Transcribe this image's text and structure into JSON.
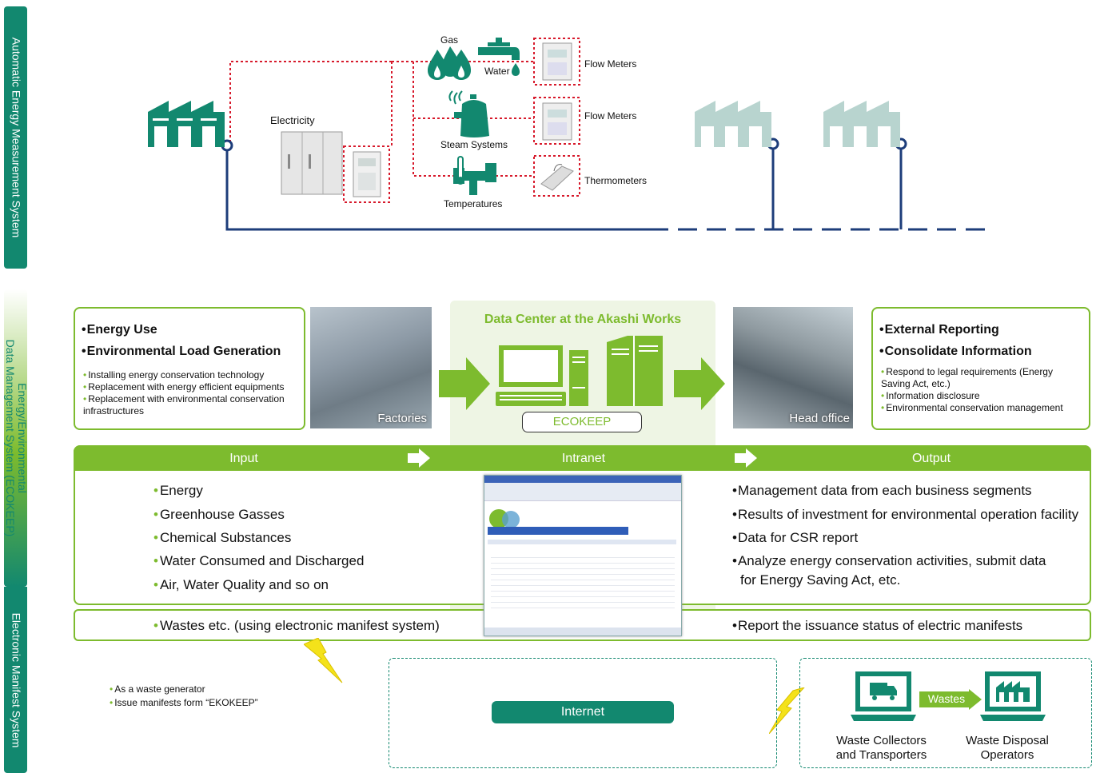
{
  "side_labels": {
    "measurement": "Automatic Energy Measurement System",
    "ecokeep_line1": "Energy/Environmental",
    "ecokeep_line2": "Data Management System (ECOKEEP)",
    "manifest": "Electronic Manifest System"
  },
  "measurement": {
    "electricity": "Electricity",
    "gas": "Gas",
    "water": "Water",
    "steam": "Steam Systems",
    "temperatures": "Temperatures",
    "flow_meters_1": "Flow Meters",
    "flow_meters_2": "Flow Meters",
    "thermometers": "Thermometers"
  },
  "left_box": {
    "heading1": "Energy Use",
    "heading2": "Environmental Load Generation",
    "items": [
      "Installing energy conservation technology",
      "Replacement with energy efficient equipments",
      "Replacement with environmental conservation infrastructures"
    ]
  },
  "photos": {
    "factories": "Factories",
    "head_office": "Head office"
  },
  "data_center": {
    "title": "Data Center at the Akashi Works",
    "ecokeep": "ECOKEEP"
  },
  "right_box": {
    "heading1": "External Reporting",
    "heading2": "Consolidate Information",
    "items": [
      "Respond to legal requirements (Energy Saving Act, etc.)",
      "Information disclosure",
      "Environmental conservation management"
    ]
  },
  "bar": {
    "input": "Input",
    "intranet": "Intranet",
    "output": "Output"
  },
  "inputs": [
    "Energy",
    "Greenhouse Gasses",
    "Chemical Substances",
    "Water Consumed and Discharged",
    "Air, Water Quality and so on"
  ],
  "outputs": [
    "Management data from each business segments",
    "Results of investment for environmental operation facility",
    "Data for CSR report",
    "Analyze energy conservation activities, submit data",
    "for Energy Saving Act, etc."
  ],
  "waste_in": "Wastes etc. (using electronic manifest system)",
  "waste_out": "Report the issuance status of electric manifests",
  "manifest": {
    "generator1": "As a waste generator",
    "generator2": "Issue manifests form “EKOKEEP”",
    "internet": "Internet",
    "wastes": "Wastes",
    "collectors1": "Waste Collectors",
    "collectors2": "and Transporters",
    "disposal1": "Waste Disposal",
    "disposal2": "Operators"
  }
}
